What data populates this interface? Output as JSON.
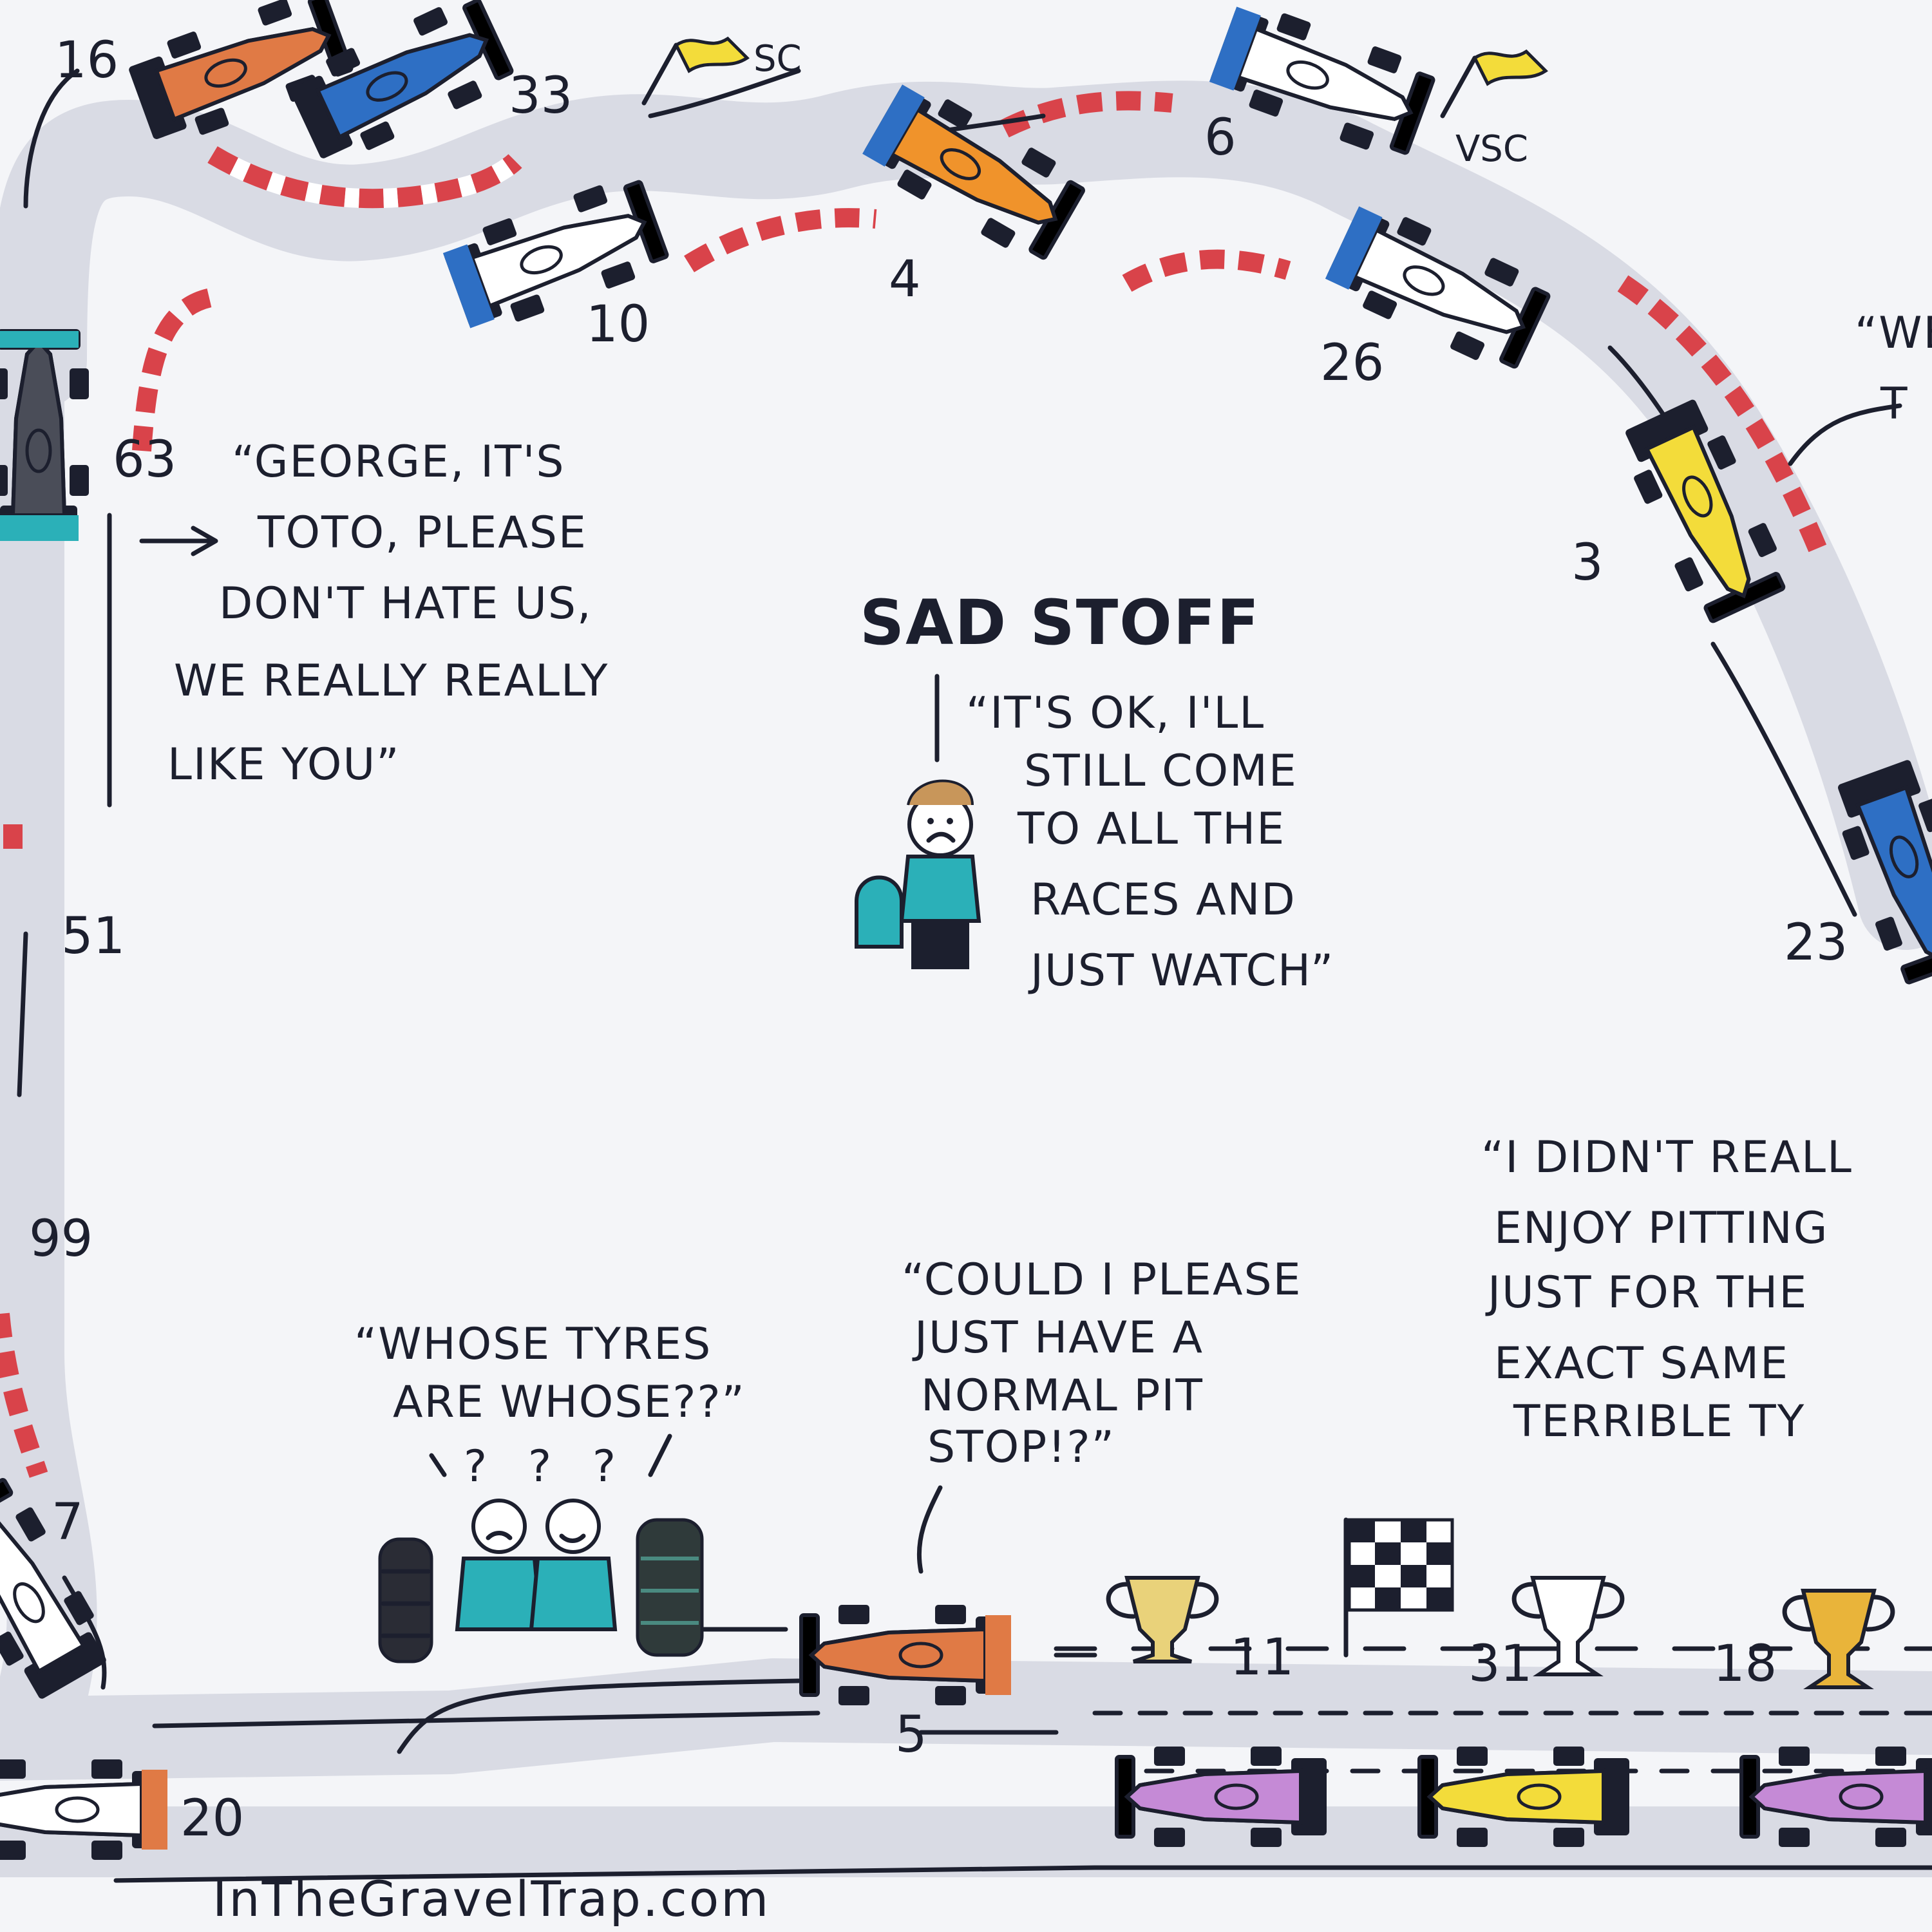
{
  "site": "InTheGravelTrap.com",
  "title": "SAD STOFF",
  "quotes": {
    "toto": [
      "“GEORGE, IT'S",
      "TOTO, PLEASE",
      "DON'T HATE US,",
      "WE REALLY REALLY",
      "LIKE YOU”"
    ],
    "stoff": [
      "“IT'S OK, I'LL",
      "STILL COME",
      "TO ALL THE",
      "RACES AND",
      "JUST WATCH”"
    ],
    "tyres": [
      "“WHOSE TYRES",
      "ARE WHOSE??”"
    ],
    "pit": [
      "“COULD I PLEASE",
      "JUST HAVE A",
      "NORMAL PIT",
      "STOP!?”"
    ],
    "pitting": [
      "“I DIDN'T REALL",
      "ENJOY PITTING",
      "JUST FOR THE",
      "EXACT SAME",
      "TERRIBLE TY"
    ],
    "right_edge": [
      "“WE",
      "T"
    ]
  },
  "flags": {
    "sc": "SC",
    "vsc": "VSC"
  },
  "question_marks": [
    "?",
    "?",
    "?"
  ],
  "car_numbers": {
    "n16": "16",
    "n33": "33",
    "n10": "10",
    "n4": "4",
    "n6": "6",
    "n26": "26",
    "n3": "3",
    "n23": "23",
    "n63": "63",
    "n51": "51",
    "n99": "99",
    "n7": "7",
    "n20": "20",
    "n5": "5",
    "n11": "11",
    "n31": "31",
    "n18": "18"
  },
  "colors": {
    "track": "#d9dbe4",
    "kerb_red": "#d9434a",
    "orange_car": "#e07a45",
    "blue_car": "#2e6fc4",
    "mclaren": "#f0932b",
    "yellow": "#f3dc3a",
    "teal": "#2bb0b8",
    "purple": "#c58ad6",
    "gold": "#e9b43a",
    "ink": "#1c1f2e"
  }
}
